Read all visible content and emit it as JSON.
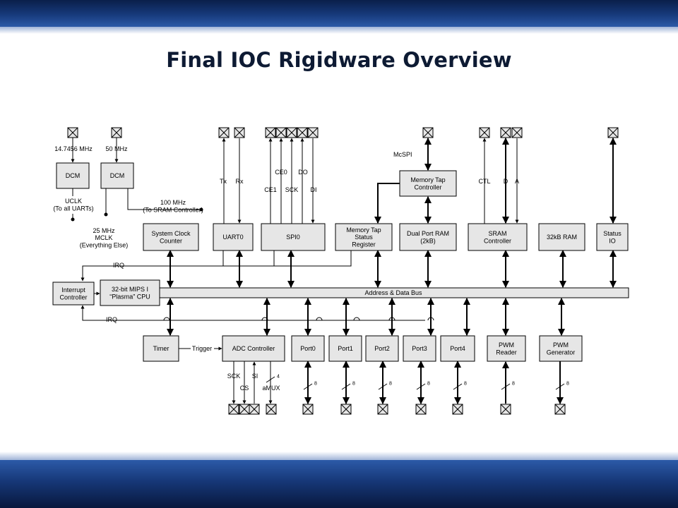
{
  "slide": {
    "title": "Final IOC Rigidware Overview"
  },
  "blocks": {
    "dcm1": "DCM",
    "dcm2": "DCM",
    "sys_clock": [
      "System Clock",
      "Counter"
    ],
    "uart0": "UART0",
    "spi0": "SPI0",
    "mem_tap_status": [
      "Memory Tap",
      "Status",
      "Register"
    ],
    "mem_tap_ctrl": [
      "Memory Tap",
      "Controller"
    ],
    "dual_port_ram": [
      "Dual Port RAM",
      "(2kB)"
    ],
    "sram_ctrl": [
      "SRAM",
      "Controller"
    ],
    "ram32k": "32kB RAM",
    "status_io": [
      "Status",
      "IO"
    ],
    "interrupt_ctrl": [
      "Interrupt",
      "Controller"
    ],
    "cpu": [
      "32-bit MIPS I",
      "“Plasma” CPU"
    ],
    "bus": "Address & Data Bus",
    "timer": "Timer",
    "adc_ctrl": "ADC Controller",
    "port0": "Port0",
    "port1": "Port1",
    "port2": "Port2",
    "port3": "Port3",
    "port4": "Port4",
    "pwm_reader": [
      "PWM",
      "Reader"
    ],
    "pwm_gen": [
      "PWM",
      "Generator"
    ]
  },
  "labels": {
    "clk1_freq": "14.7456 MHz",
    "clk2_freq": "50 MHz",
    "uclk": [
      "UCLK",
      "(To all UARTs)"
    ],
    "mclk": [
      "25 MHz",
      "MCLK",
      "(Everything Else)"
    ],
    "sram_clk": [
      "100 MHz",
      "(To SRAM Controller)"
    ],
    "tx": "Tx",
    "rx": "Rx",
    "ce0": "CE0",
    "do": "DO",
    "ce1": "CE1",
    "sck": "SCK",
    "di": "DI",
    "mcspi": "McSPI",
    "ctl": "CTL",
    "d": "D",
    "a": "A",
    "irq_top": "IRQ",
    "irq_bottom": "IRQ",
    "trigger": "Trigger",
    "adc_sck": "SCK",
    "adc_si": "SI",
    "adc_cs": "CS",
    "adc_amux": "aMUX",
    "adc_width": "4",
    "port_width": "8"
  },
  "colors": {
    "band_dark": "#0a1f4a",
    "band_light": "#2c5aa8",
    "block_fill": "#e6e6e6",
    "title": "#0d1a33"
  },
  "icons": {
    "pin": "x-box-pin-icon",
    "arrow": "arrowhead-icon"
  }
}
